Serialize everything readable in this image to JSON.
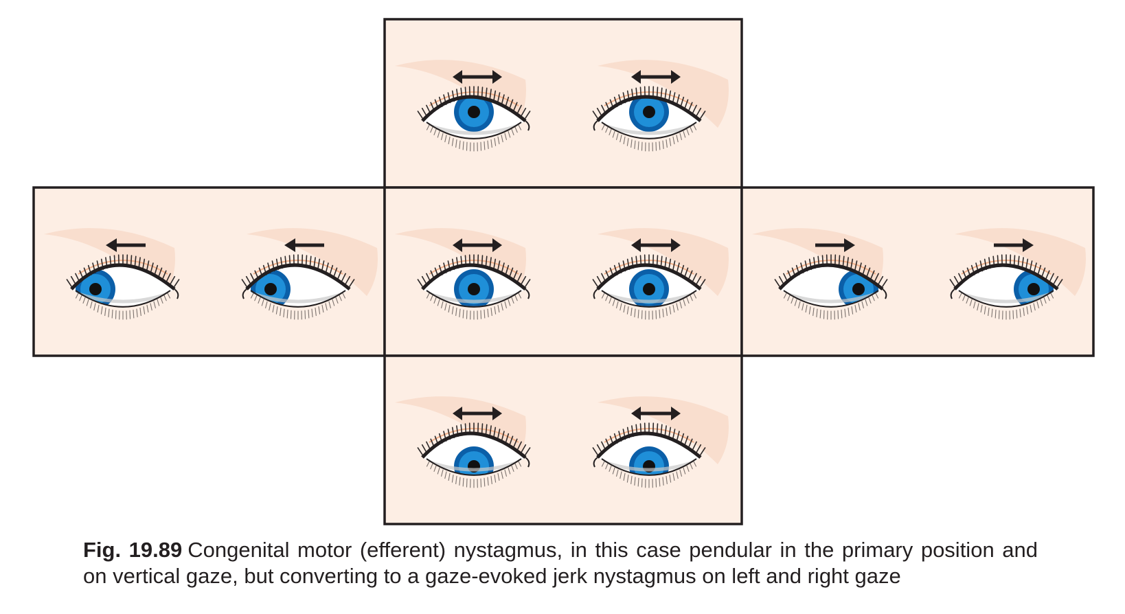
{
  "figure": {
    "colors": {
      "panel_fill": "#fdeee4",
      "panel_border": "#231f20",
      "iris": "#1f8fd8",
      "iris_dark": "#0b5fa8",
      "sclera": "#ffffff",
      "pupil": "#111111",
      "brow": "#f6d2bb",
      "lid_line": "#f3b28c",
      "arrow": "#231f20"
    },
    "panels": [
      {
        "position": "up",
        "gaze": "up",
        "arrow": "double-headed-arrow-icon",
        "nystagmus": "pendular"
      },
      {
        "position": "left",
        "gaze": "left",
        "arrow": "left-arrow-icon",
        "nystagmus": "jerk"
      },
      {
        "position": "center",
        "gaze": "primary",
        "arrow": "double-headed-arrow-icon",
        "nystagmus": "pendular"
      },
      {
        "position": "right",
        "gaze": "right",
        "arrow": "right-arrow-icon",
        "nystagmus": "jerk"
      },
      {
        "position": "down",
        "gaze": "down",
        "arrow": "double-headed-arrow-icon",
        "nystagmus": "pendular"
      }
    ]
  },
  "caption": {
    "label": "Fig. 19.89",
    "text": "Congenital motor (efferent) nystagmus, in this case pendular in the primary position and on vertical gaze, but converting to a gaze-evoked jerk nystagmus on left and right gaze"
  }
}
